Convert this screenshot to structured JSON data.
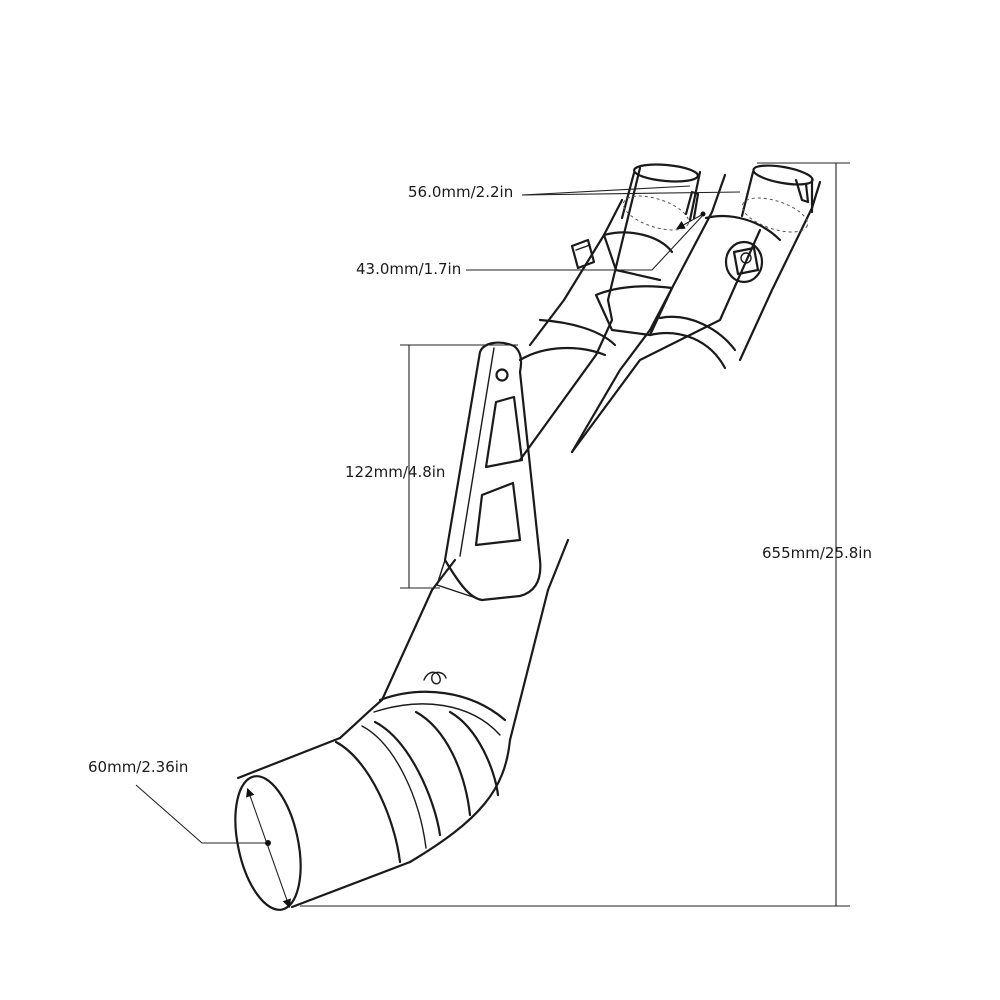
{
  "dimensions": {
    "top_inlet_diameter": "56.0mm/2.2in",
    "top_inner_diameter": "43.0mm/1.7in",
    "bracket_height": "122mm/4.8in",
    "total_height": "655mm/25.8in",
    "outlet_diameter": "60mm/2.36in"
  }
}
